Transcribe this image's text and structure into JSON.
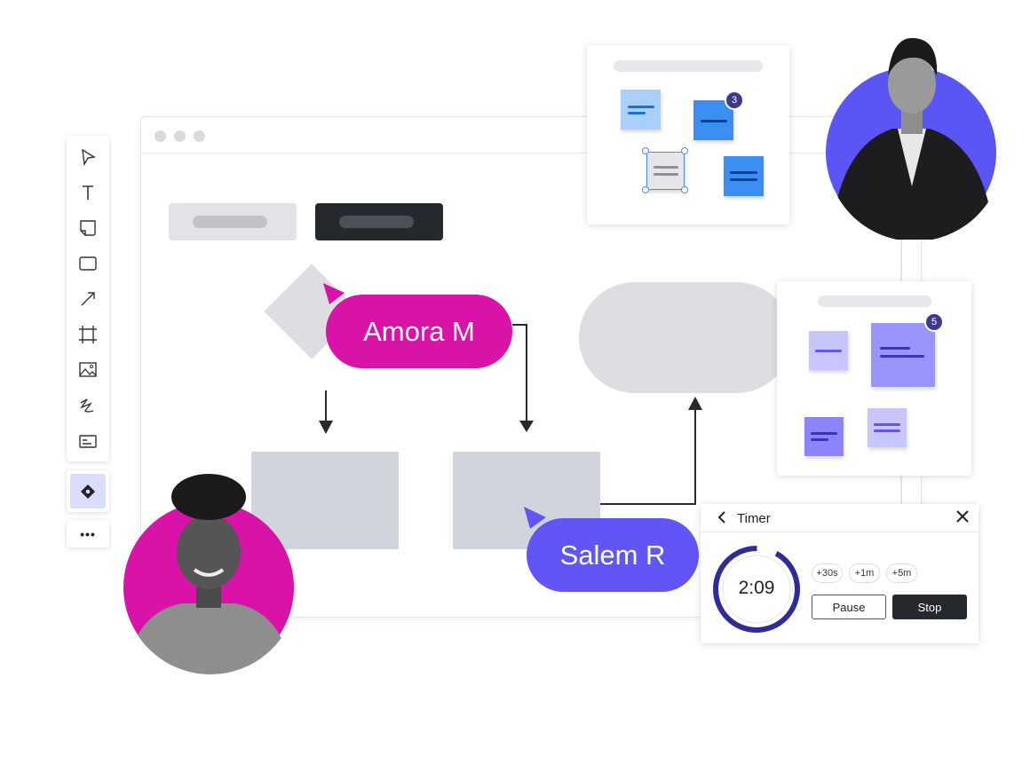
{
  "toolbar": {
    "tools": [
      "select",
      "text",
      "sticky-note",
      "rectangle",
      "arrow",
      "frame",
      "image",
      "draw",
      "text-box"
    ],
    "active_tool": "diamond-plugin",
    "more_label": "•••"
  },
  "collaborators": [
    {
      "name": "Amora M",
      "color": "#d913a7"
    },
    {
      "name": "Salem R",
      "color": "#6155f5"
    }
  ],
  "card1": {
    "badge": "3"
  },
  "card2": {
    "badge": "5"
  },
  "timer": {
    "title": "Timer",
    "time": "2:09",
    "progress": 0.92,
    "increments": [
      "+30s",
      "+1m",
      "+5m"
    ],
    "pause_label": "Pause",
    "stop_label": "Stop"
  },
  "colors": {
    "accent": "#6155f5",
    "magenta": "#d913a7",
    "dark": "#25282d",
    "timer_ring": "#2e2c96"
  }
}
